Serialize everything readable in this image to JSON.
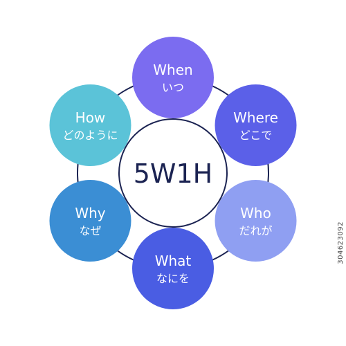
{
  "center": {
    "label": "5W1H",
    "text_color": "#1b2352",
    "ring_color": "#1b2352"
  },
  "nodes": [
    {
      "key": "when",
      "en": "When",
      "ja": "いつ",
      "color": "#7b6cf0"
    },
    {
      "key": "where",
      "en": "Where",
      "ja": "どこで",
      "color": "#5b60e8"
    },
    {
      "key": "who",
      "en": "Who",
      "ja": "だれが",
      "color": "#8f9ff2"
    },
    {
      "key": "what",
      "en": "What",
      "ja": "なにを",
      "color": "#4a5de3"
    },
    {
      "key": "why",
      "en": "Why",
      "ja": "なぜ",
      "color": "#3b8ed4"
    },
    {
      "key": "how",
      "en": "How",
      "ja": "どのように",
      "color": "#5bc3d8"
    }
  ],
  "side_id": "304623092"
}
